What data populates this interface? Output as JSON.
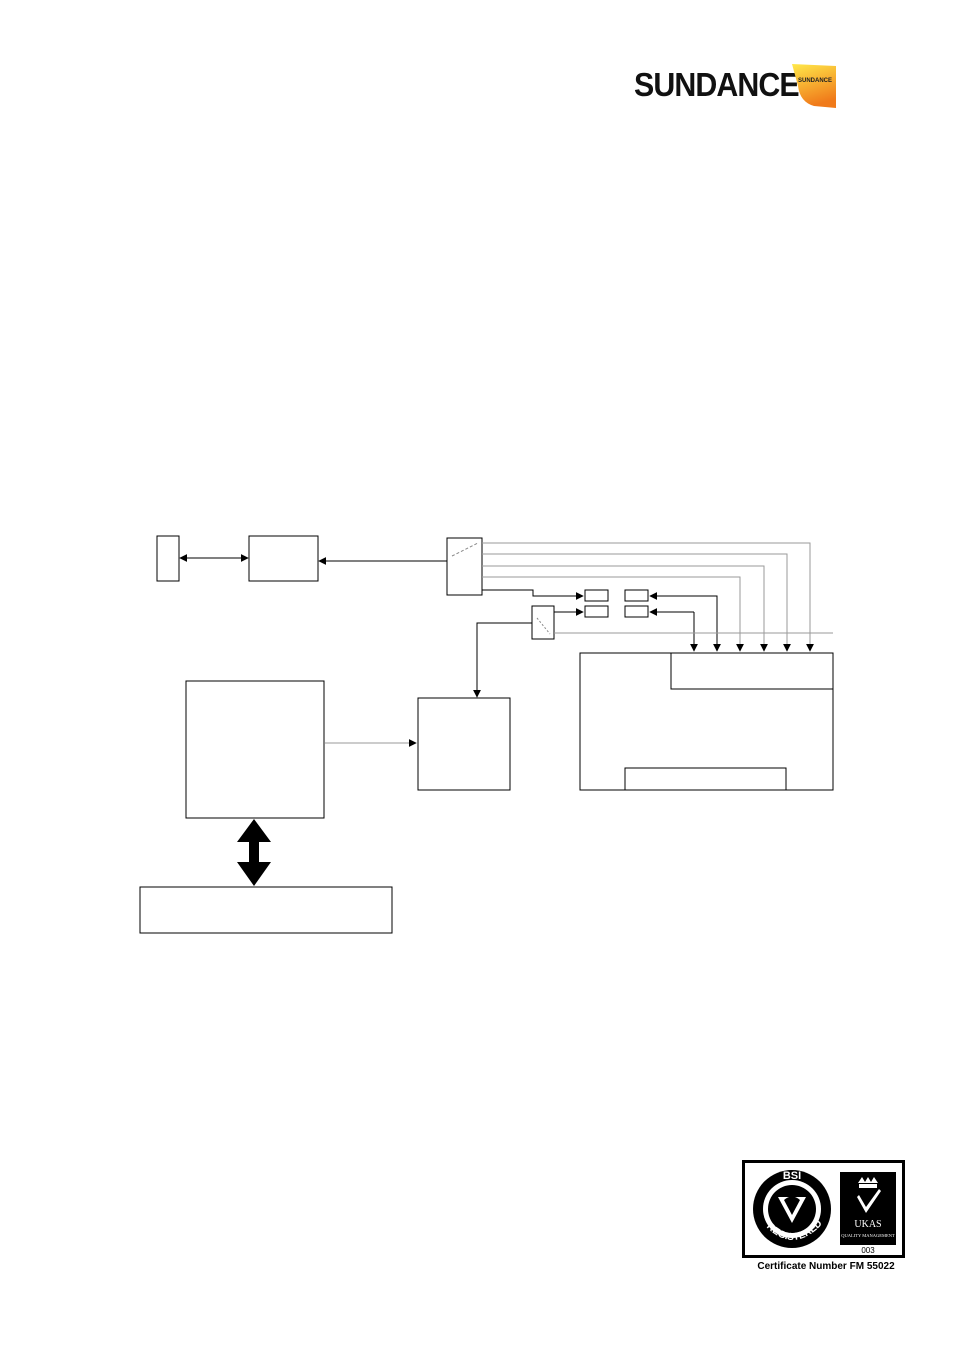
{
  "header": {
    "brand_name": "SUNDANCE",
    "brand_flag_text": "SUNDANCE",
    "brand_colors": {
      "flag_top": "#ffe94a",
      "flag_bottom": "#f07a1a",
      "text": "#111111"
    }
  },
  "diagram": {
    "stroke_color": "#000000",
    "light_line_color": "#9a9a9a"
  },
  "footer": {
    "certification": {
      "bsi_text": "BSI",
      "registered_text": "REGISTERED",
      "ukas_text": "UKAS",
      "ukas_subtext": "QUALITY MANAGEMENT",
      "ukas_number": "003",
      "caption": "Certificate Number FM 55022"
    }
  }
}
